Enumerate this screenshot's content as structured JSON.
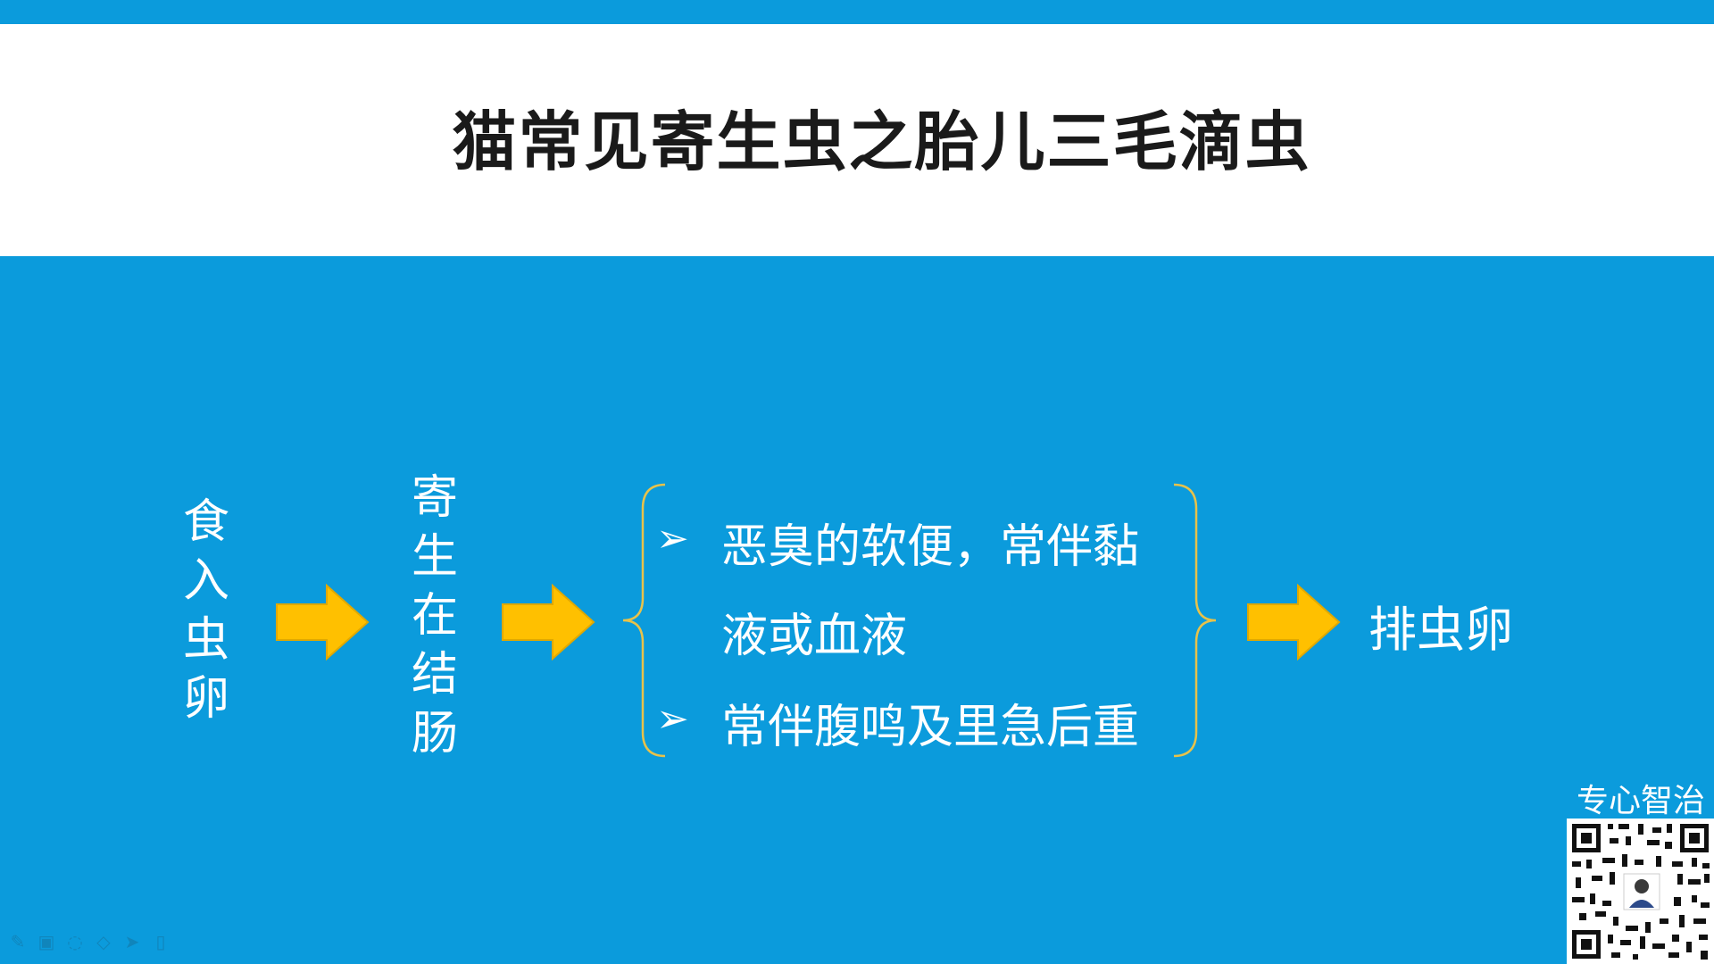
{
  "slide": {
    "title": "猫常见寄生虫之胎儿三毛滴虫"
  },
  "flow": {
    "step1": [
      "食",
      "入",
      "虫",
      "卵"
    ],
    "step2": [
      "寄",
      "生",
      "在",
      "结",
      "肠"
    ],
    "bullets": [
      {
        "mark": "➢",
        "line1": "恶臭的软便，常伴黏",
        "line2": "液或血液"
      },
      {
        "mark": "➢",
        "line1": "常伴腹鸣及里急后重",
        "line2": ""
      }
    ],
    "result": "排虫卵"
  },
  "brand": {
    "name": "专心智治"
  },
  "colors": {
    "background": "#0b9bdc",
    "title_band": "#ffffff",
    "arrow_fill": "#ffc000",
    "brace": "#e8c24a"
  },
  "toolbar": {
    "icons": [
      "pen-icon",
      "screen-icon",
      "eraser-icon",
      "highlighter-icon",
      "pointer-icon",
      "trash-icon"
    ]
  }
}
